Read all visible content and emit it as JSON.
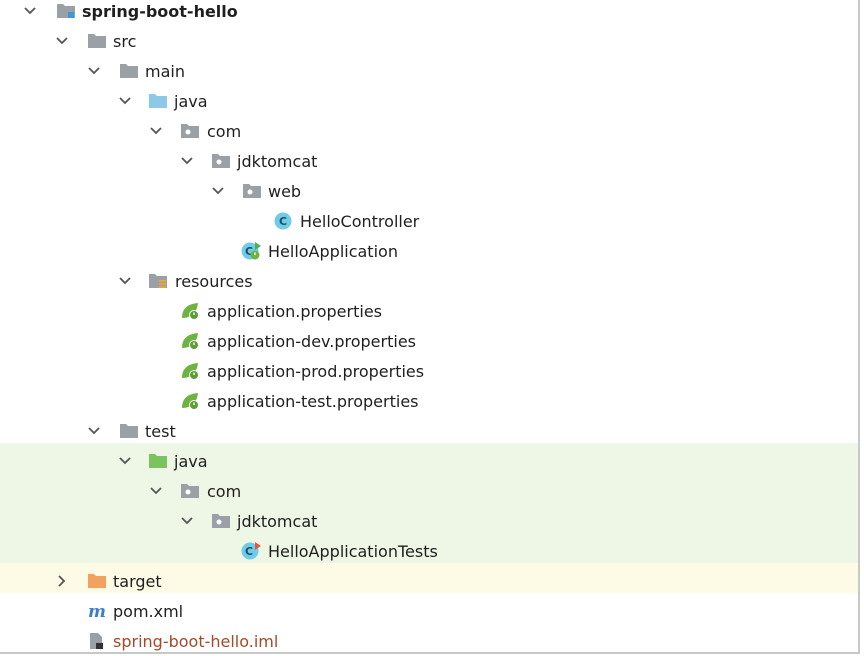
{
  "tree": {
    "root": "spring-boot-hello",
    "src": "src",
    "main": "main",
    "main_java": "java",
    "main_com": "com",
    "main_jdktomcat": "jdktomcat",
    "web": "web",
    "hello_controller": "HelloController",
    "hello_application": "HelloApplication",
    "resources": "resources",
    "props": [
      "application.properties",
      "application-dev.properties",
      "application-prod.properties",
      "application-test.properties"
    ],
    "test": "test",
    "test_java": "java",
    "test_com": "com",
    "test_jdktomcat": "jdktomcat",
    "hello_application_tests": "HelloApplicationTests",
    "target": "target",
    "pom": "pom.xml",
    "iml": "spring-boot-hello.iml"
  },
  "colors": {
    "test_bg": "#eef6e6",
    "excluded_bg": "#fdfbe6",
    "folder_gray": "#9aa0a6",
    "source_folder_blue": "#8cc9e8",
    "test_folder_green": "#7bc35e",
    "target_folder_orange": "#f2a25c",
    "spring_green": "#6db33f",
    "class_cyan": "#6fcbe8",
    "iml_text": "#a34a2a"
  },
  "icons": [
    "chevron-down-icon",
    "chevron-right-icon",
    "module-icon",
    "folder-icon",
    "source-folder-icon",
    "package-icon",
    "class-icon",
    "spring-boot-class-icon",
    "resources-folder-icon",
    "spring-properties-icon",
    "test-folder-icon",
    "test-class-icon",
    "excluded-folder-icon",
    "maven-icon",
    "iml-file-icon"
  ]
}
